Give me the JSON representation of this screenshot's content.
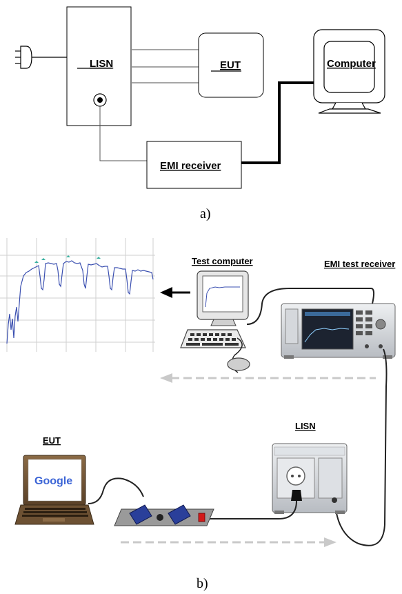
{
  "diagram_a": {
    "lisn_label": "LISN",
    "eut_label": "EUT",
    "computer_label": "Computer",
    "receiver_label": "EMI receiver",
    "caption": "a)"
  },
  "diagram_b": {
    "test_computer_label": "Test computer",
    "receiver_label": "EMI test receiver",
    "lisn_label": "LISN",
    "eut_label": "EUT",
    "screen_text": "Google",
    "caption": "b)"
  },
  "colors": {
    "trace": "#3a4fb0",
    "grid": "#c8c8c8",
    "plug": "#2a3f9a",
    "arrow_dashed": "#c9c9c9"
  }
}
